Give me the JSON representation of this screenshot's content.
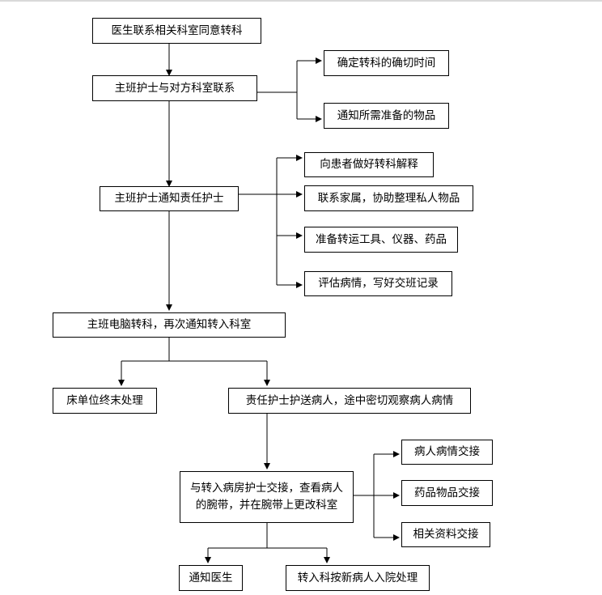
{
  "nodes": {
    "doctor_contact": "医生联系相关科室同意转科",
    "nurse_contact_dept": "主班护士与对方科室联系",
    "confirm_time": "确定转科的确切时间",
    "notify_items": "通知所需准备的物品",
    "notify_resp_nurse": "主班护士通知责任护士",
    "explain_patient": "向患者做好转科解释",
    "contact_family": "联系家属，协助整理私人物品",
    "prepare_tools": "准备转运工具、仪器、药品",
    "assess_record": "评估病情，写好交班记录",
    "computer_transfer": "主班电脑转科，再次通知转入科室",
    "bed_terminal": "床单位终末处理",
    "escort_patient": "责任护士护送病人，途中密切观察病人病情",
    "handover": "与转入病房护士交接，查看病人的腕带，并在腕带上更改科室",
    "handover_condition": "病人病情交接",
    "handover_drugs": "药品物品交接",
    "handover_docs": "相关资料交接",
    "notify_doctor": "通知医生",
    "new_admission": "转入科按新病人入院处理"
  }
}
